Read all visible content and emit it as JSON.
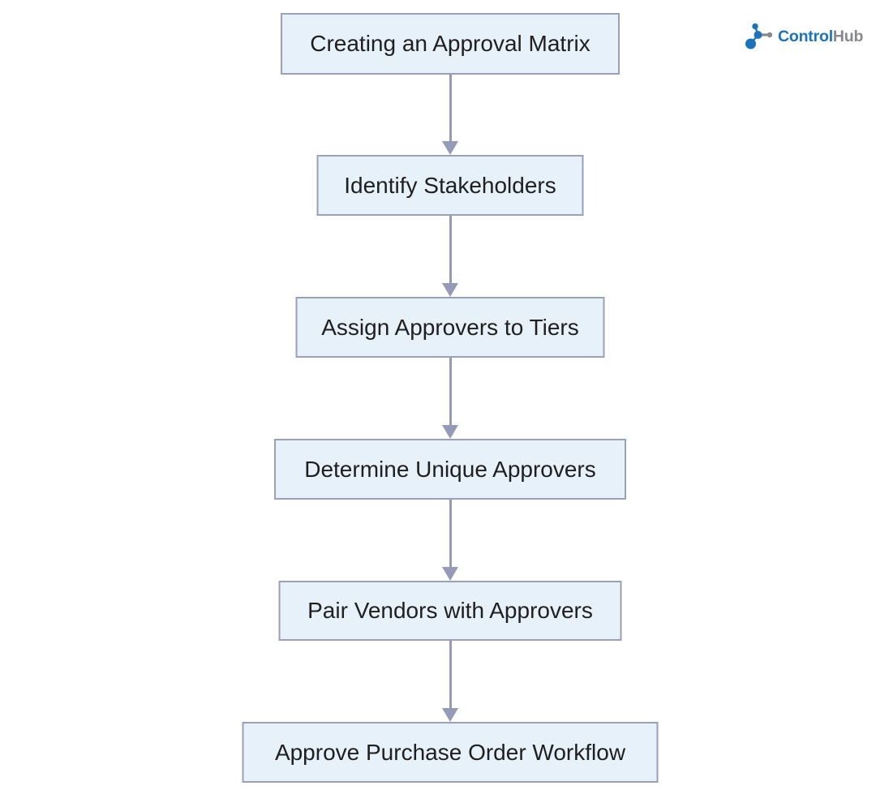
{
  "page": {
    "background": "#ffffff"
  },
  "brand": {
    "name_primary": "Control",
    "name_secondary": "Hub",
    "icon": "hub-network-icon",
    "colors": {
      "primary": "#1b74bb",
      "secondary": "#87898c"
    }
  },
  "flowchart": {
    "type": "vertical-flowchart",
    "colors": {
      "node_fill": "#e7f1fa",
      "node_border": "#99a0b8",
      "arrow": "#959bb7",
      "text": "#1f1f1f"
    },
    "nodes": [
      {
        "label": "Creating an Approval Matrix"
      },
      {
        "label": "Identify Stakeholders"
      },
      {
        "label": "Assign Approvers to Tiers"
      },
      {
        "label": "Determine Unique Approvers"
      },
      {
        "label": "Pair Vendors with Approvers"
      },
      {
        "label": "Approve Purchase Order Workflow"
      }
    ],
    "edges": [
      {
        "from": 0,
        "to": 1
      },
      {
        "from": 1,
        "to": 2
      },
      {
        "from": 2,
        "to": 3
      },
      {
        "from": 3,
        "to": 4
      },
      {
        "from": 4,
        "to": 5
      }
    ]
  }
}
